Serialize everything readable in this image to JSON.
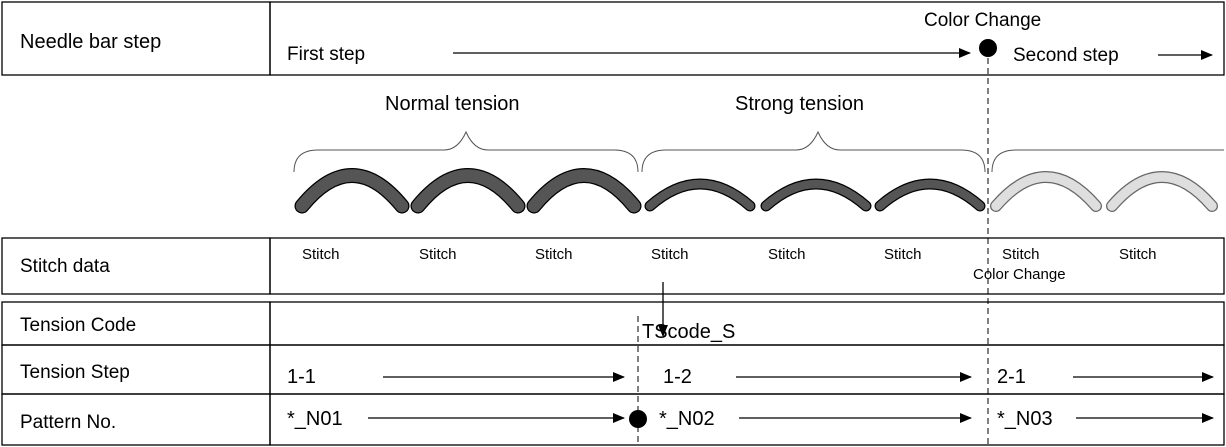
{
  "rows": {
    "needle": {
      "label": "Needle bar step",
      "first": "First step",
      "color_change": "Color Change",
      "second": "Second step"
    },
    "tension_groups": [
      "Normal tension",
      "Strong tension"
    ],
    "stitch_data": {
      "label": "Stitch data",
      "items": [
        "Stitch",
        "Stitch",
        "Stitch",
        "Stitch",
        "Stitch",
        "Stitch",
        "Stitch",
        "Stitch"
      ],
      "color_change": "Color Change"
    },
    "tension_code": {
      "label": "Tension Code",
      "value": "TScode_S"
    },
    "tension_step": {
      "label": "Tension Step",
      "steps": [
        "1-1",
        "1-2",
        "2-1"
      ]
    },
    "pattern_no": {
      "label": "Pattern No.",
      "patterns": [
        "*_N01",
        "*_N02",
        "*_N03"
      ]
    }
  },
  "colors": {
    "normal_stitch": "#555555",
    "strong_stitch": "#555555",
    "after_change_stitch": "#dedede",
    "line": "#000000"
  }
}
